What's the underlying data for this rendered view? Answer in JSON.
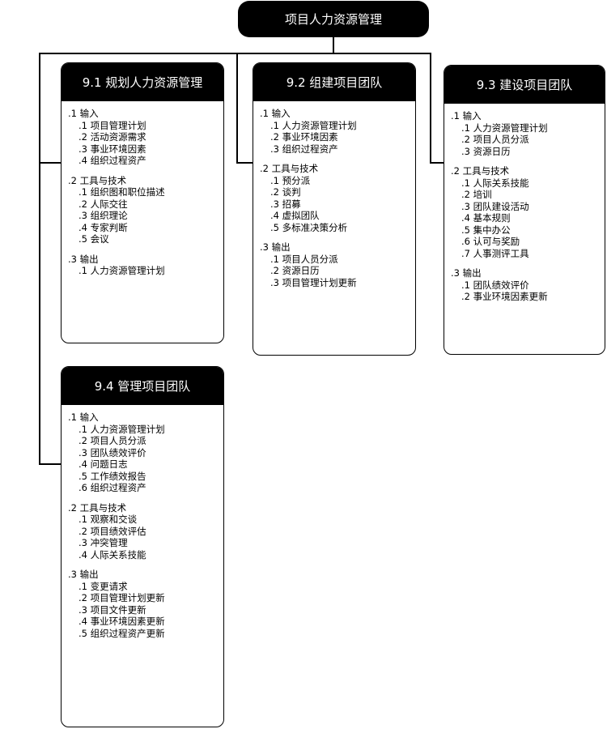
{
  "root": {
    "title": "项目人力资源管理"
  },
  "boxes": [
    {
      "title": "9.1 规划人力资源管理",
      "sections": [
        {
          "title": ".1 输入",
          "items": [
            ".1 项目管理计划",
            ".2 活动资源需求",
            ".3 事业环境因素",
            ".4 组织过程资产"
          ]
        },
        {
          "title": ".2 工具与技术",
          "items": [
            ".1 组织图和职位描述",
            ".2 人际交往",
            ".3 组织理论",
            ".4 专家判断",
            ".5 会议"
          ]
        },
        {
          "title": ".3 输出",
          "items": [
            ".1 人力资源管理计划"
          ]
        }
      ]
    },
    {
      "title": "9.2 组建项目团队",
      "sections": [
        {
          "title": ".1 输入",
          "items": [
            ".1 人力资源管理计划",
            ".2 事业环境因素",
            ".3 组织过程资产"
          ]
        },
        {
          "title": ".2 工具与技术",
          "items": [
            ".1 预分派",
            ".2 谈判",
            ".3 招募",
            ".4 虚拟团队",
            ".5 多标准决策分析"
          ]
        },
        {
          "title": ".3 输出",
          "items": [
            ".1 项目人员分派",
            ".2 资源日历",
            ".3 项目管理计划更新"
          ]
        }
      ]
    },
    {
      "title": "9.3 建设项目团队",
      "sections": [
        {
          "title": ".1 输入",
          "items": [
            ".1 人力资源管理计划",
            ".2 项目人员分派",
            ".3 资源日历"
          ]
        },
        {
          "title": ".2 工具与技术",
          "items": [
            ".1 人际关系技能",
            ".2 培训",
            ".3 团队建设活动",
            ".4 基本规则",
            ".5 集中办公",
            ".6 认可与奖励",
            ".7 人事测评工具"
          ]
        },
        {
          "title": ".3 输出",
          "items": [
            ".1 团队绩效评价",
            ".2 事业环境因素更新"
          ]
        }
      ]
    },
    {
      "title": "9.4 管理项目团队",
      "sections": [
        {
          "title": ".1 输入",
          "items": [
            ".1 人力资源管理计划",
            ".2 项目人员分派",
            ".3 团队绩效评价",
            ".4 问题日志",
            ".5 工作绩效报告",
            ".6 组织过程资产"
          ]
        },
        {
          "title": ".2 工具与技术",
          "items": [
            ".1 观察和交谈",
            ".2 项目绩效评估",
            ".3 冲突管理",
            ".4 人际关系技能"
          ]
        },
        {
          "title": ".3 输出",
          "items": [
            ".1 变更请求",
            ".2 项目管理计划更新",
            ".3 项目文件更新",
            ".4 事业环境因素更新",
            ".5 组织过程资产更新"
          ]
        }
      ]
    }
  ]
}
